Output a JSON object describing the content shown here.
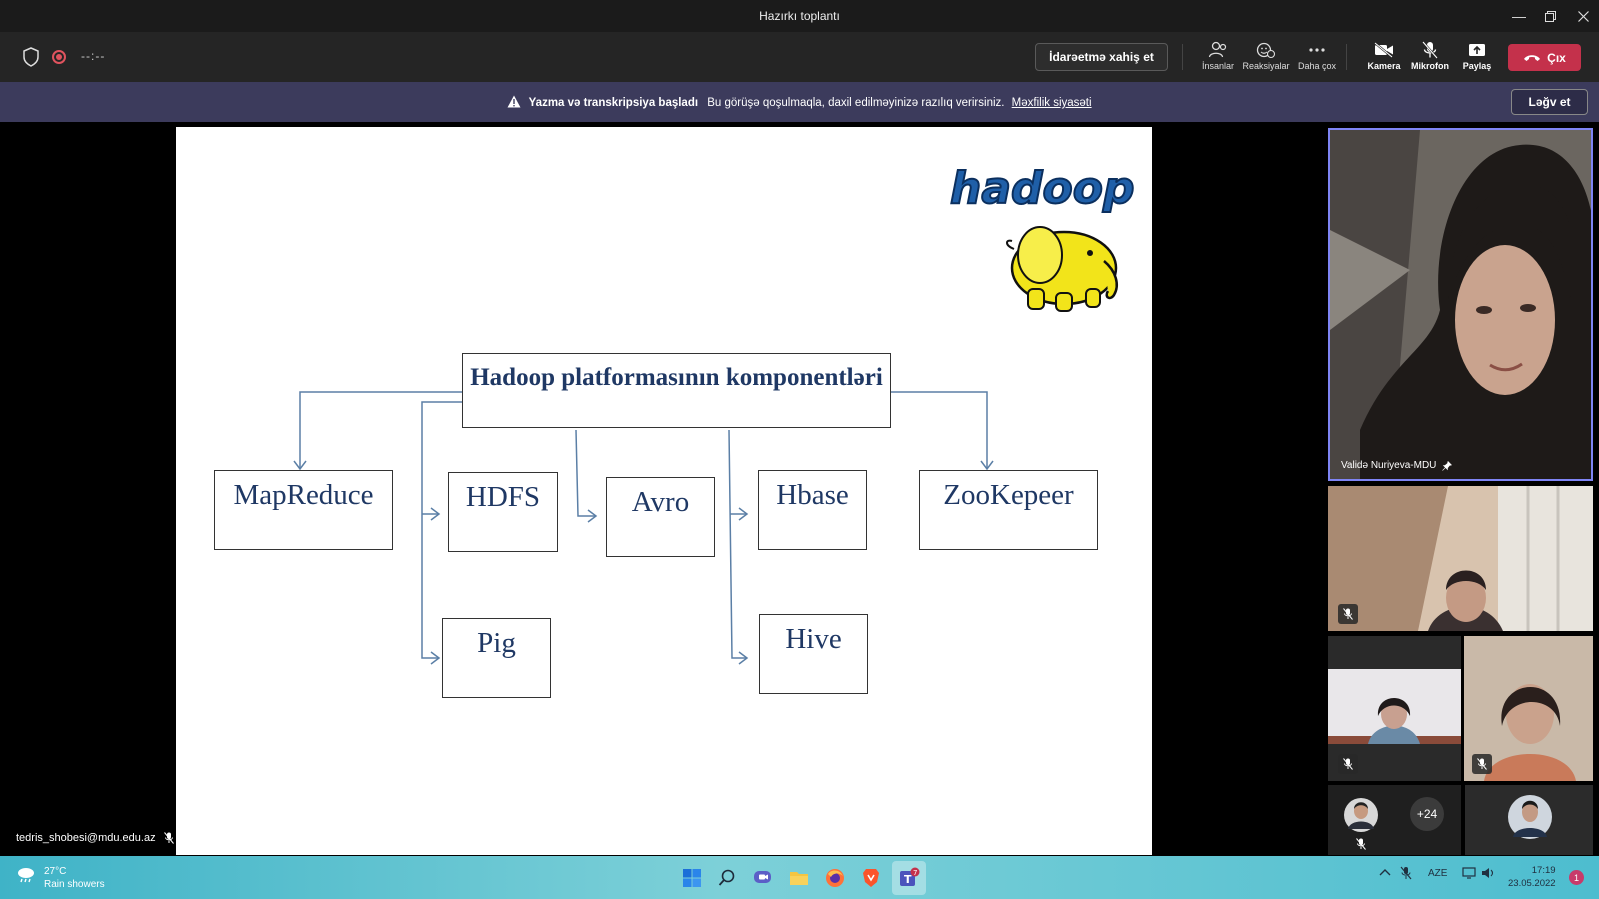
{
  "window": {
    "title": "Hazırkı toplantı"
  },
  "toolbar": {
    "timer": "--:--",
    "request_control_label": "İdarəetmə xahiş et",
    "people_label": "İnsanlar",
    "reactions_label": "Reaksiyalar",
    "more_label": "Daha çox",
    "camera_label": "Kamera",
    "mic_label": "Mikrofon",
    "share_label": "Paylaş",
    "leave_label": "Çıx",
    "leave_color": "#c4314b"
  },
  "banner": {
    "title": "Yazma və transkripsiya başladı",
    "message": "Bu görüşə qoşulmaqla, daxil edilməyinizə razılıq verirsiniz.",
    "link": "Məxfilik siyasəti",
    "dismiss_label": "Ləğv et",
    "background": "#3c3b5c"
  },
  "slide": {
    "logo_text": "hadoop",
    "main_box": "Hadoop platformasının komponentləri",
    "components": [
      "MapReduce",
      "HDFS",
      "Avro",
      "Hbase",
      "ZooKepeer",
      "Pig",
      "Hive"
    ]
  },
  "presenter": {
    "email": "tedris_shobesi@mdu.edu.az"
  },
  "participants": {
    "pinned_name": "Validə Nuriyeva-MDU",
    "more_count": "+24"
  },
  "taskbar": {
    "temperature": "27°C",
    "weather": "Rain showers",
    "language": "AZE",
    "time": "17:19",
    "date": "23.05.2022",
    "teams_badge": "7",
    "notification_count": "1"
  }
}
